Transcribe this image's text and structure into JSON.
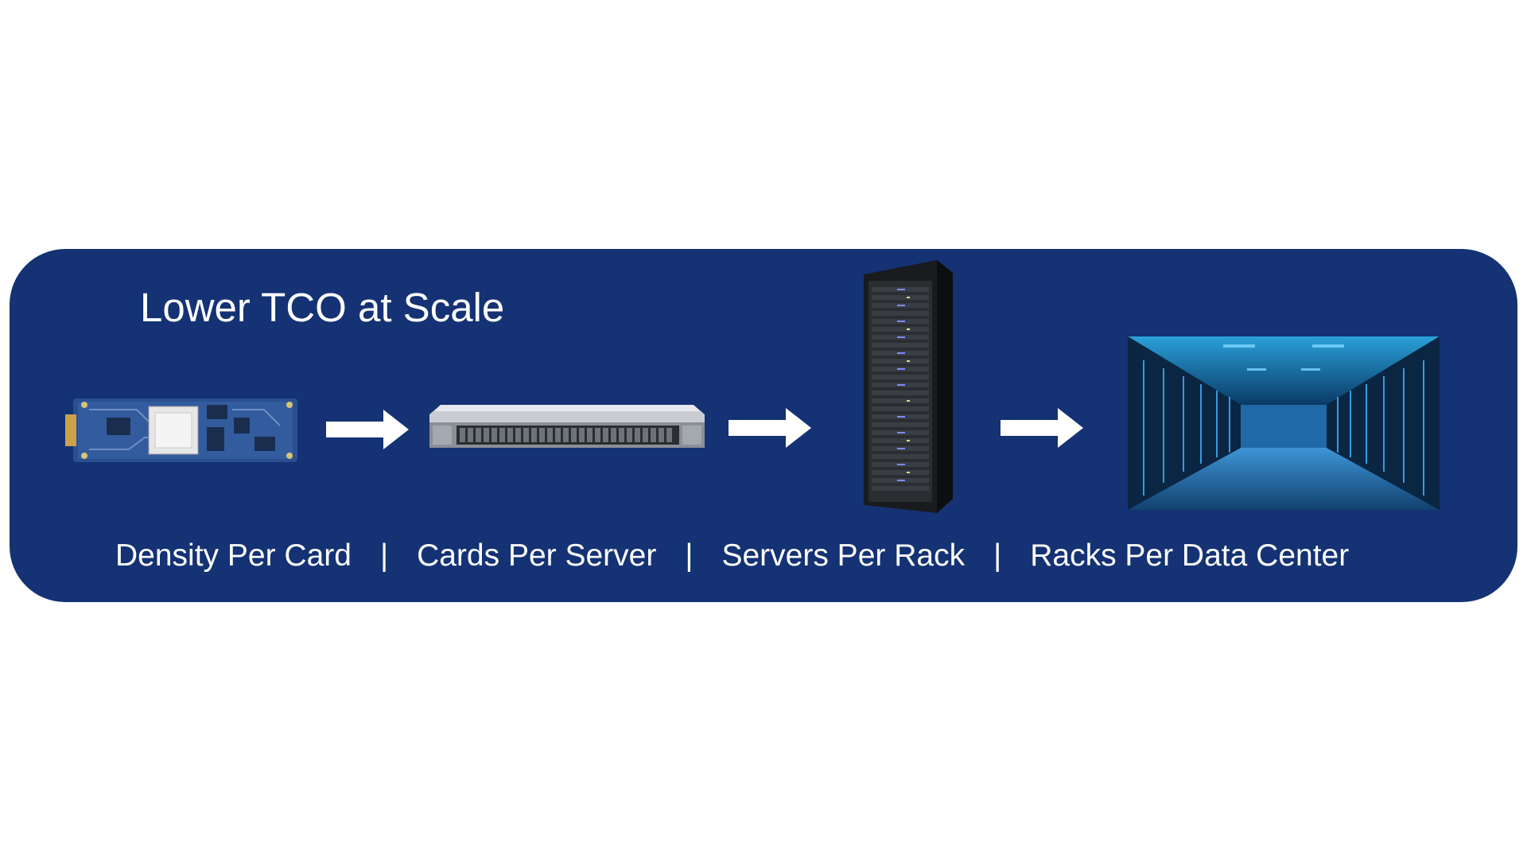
{
  "title": "Lower TCO at Scale",
  "labels": [
    "Density Per Card",
    "Cards Per Server",
    "Servers Per Rack",
    "Racks Per Data Center"
  ],
  "separator": "|",
  "colors": {
    "banner": "#143274",
    "text": "#ffffff",
    "arrow": "#ffffff"
  },
  "icons": [
    "accelerator-card-image",
    "arrow-right-icon",
    "rack-server-image",
    "server-rack-cabinet-image",
    "data-center-aisle-image"
  ]
}
